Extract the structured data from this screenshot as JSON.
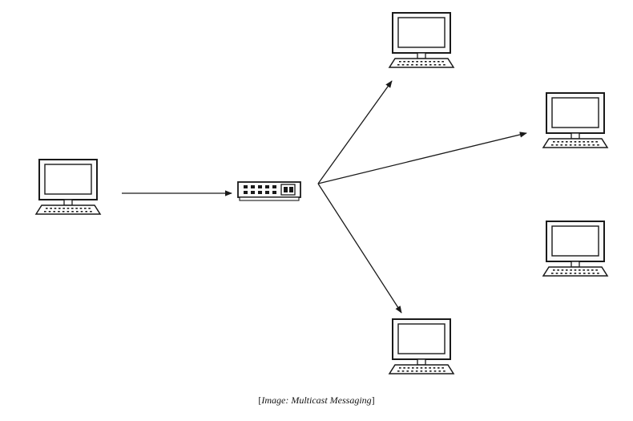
{
  "colors": {
    "stroke": "#1a1a1a",
    "background": "#ffffff",
    "screen_fill": "#ffffff"
  },
  "nodes": [
    {
      "id": "sender",
      "type": "computer",
      "icon": "desktop-computer-icon"
    },
    {
      "id": "network-switch",
      "type": "switch",
      "icon": "network-switch-icon"
    },
    {
      "id": "receiver-top",
      "type": "computer",
      "icon": "desktop-computer-icon"
    },
    {
      "id": "receiver-right",
      "type": "computer",
      "icon": "desktop-computer-icon"
    },
    {
      "id": "non-receiver",
      "type": "computer",
      "icon": "desktop-computer-icon"
    },
    {
      "id": "receiver-bottom",
      "type": "computer",
      "icon": "desktop-computer-icon"
    }
  ],
  "edges": [
    {
      "from": "sender",
      "to": "network-switch",
      "arrow": true
    },
    {
      "from": "network-switch",
      "to": "receiver-top",
      "arrow": true
    },
    {
      "from": "network-switch",
      "to": "receiver-right",
      "arrow": true
    },
    {
      "from": "network-switch",
      "to": "receiver-bottom",
      "arrow": true
    }
  ],
  "caption": {
    "open_bracket": "[",
    "text": "Image: Multicast Messaging",
    "close_bracket": "]"
  }
}
